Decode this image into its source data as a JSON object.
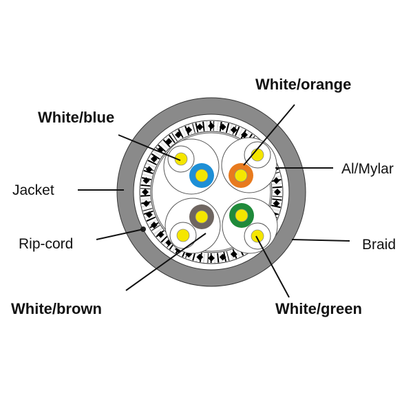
{
  "labels": {
    "white_orange": "White/orange",
    "white_blue": "White/blue",
    "jacket": "Jacket",
    "al_mylar": "Al/Mylar",
    "rip_cord": "Rip-cord",
    "braid": "Braid",
    "white_brown": "White/brown",
    "white_green": "White/green"
  },
  "colors": {
    "jacket": "#8a8a8a",
    "conductor": "#f5e600",
    "blue": "#1e8fd6",
    "orange": "#e87a1e",
    "brown": "#6e6560",
    "green": "#1f8a3a"
  }
}
